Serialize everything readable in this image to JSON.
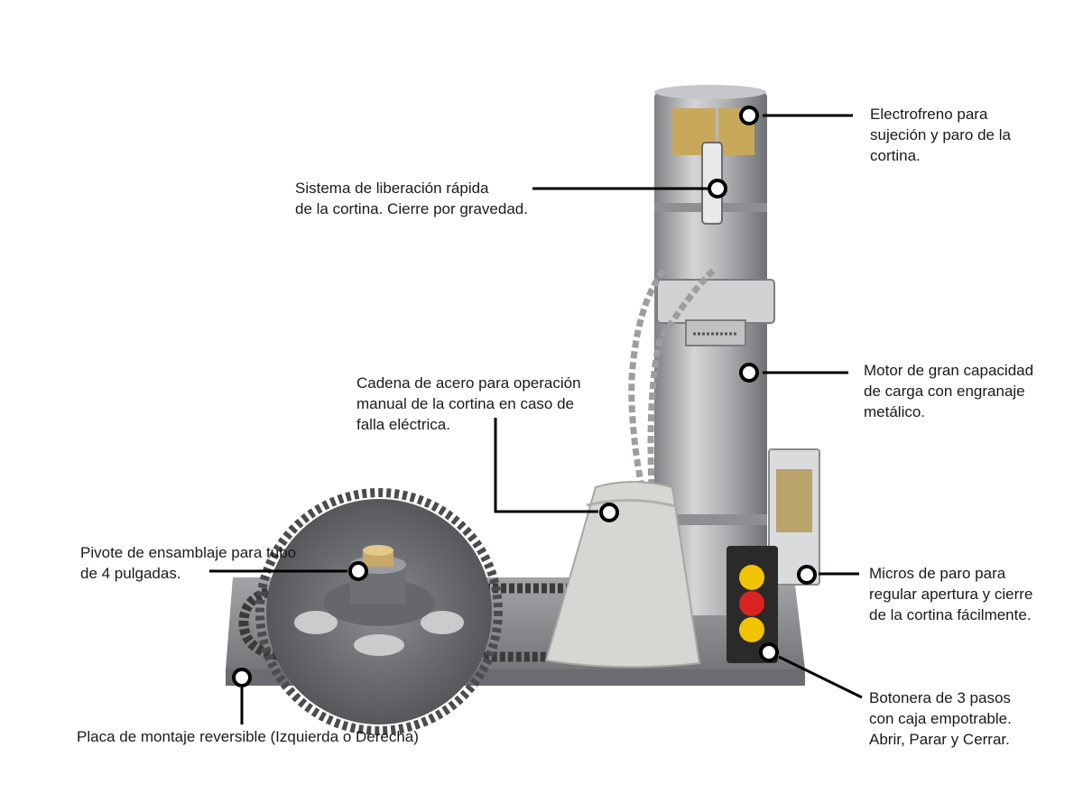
{
  "annotations": [
    {
      "id": "electrofreno",
      "lines": [
        "Electrofreno para",
        "sujeción y paro de la",
        "cortina."
      ]
    },
    {
      "id": "liberacion",
      "lines": [
        "Sistema de liberación rápida",
        "de la cortina. Cierre por gravedad."
      ]
    },
    {
      "id": "motor",
      "lines": [
        "Motor de gran capacidad",
        "de carga con engranaje",
        "metálico."
      ]
    },
    {
      "id": "cadena",
      "lines": [
        "Cadena de acero para operación",
        "manual de la cortina en caso de",
        "falla eléctrica."
      ]
    },
    {
      "id": "pivote",
      "lines": [
        "Pivote de ensamblaje para tubo",
        "de 4 pulgadas."
      ]
    },
    {
      "id": "micros",
      "lines": [
        "Micros de paro para",
        "regular apertura y cierre",
        "de la cortina fácilmente."
      ]
    },
    {
      "id": "placa",
      "lines": [
        "Placa de montaje reversible (Izquierda o Derecha)"
      ]
    },
    {
      "id": "botonera",
      "lines": [
        "Botonera de 3 pasos",
        "con caja empotrable.",
        "Abrir, Parar y Cerrar."
      ]
    }
  ],
  "colors": {
    "motor_body": "#a9abad",
    "plate": "#8c8e91",
    "button_yellow": "#f2c300",
    "button_red": "#d9231f",
    "control_box": "#2a2a2a",
    "bag": "#d6d6d2"
  }
}
